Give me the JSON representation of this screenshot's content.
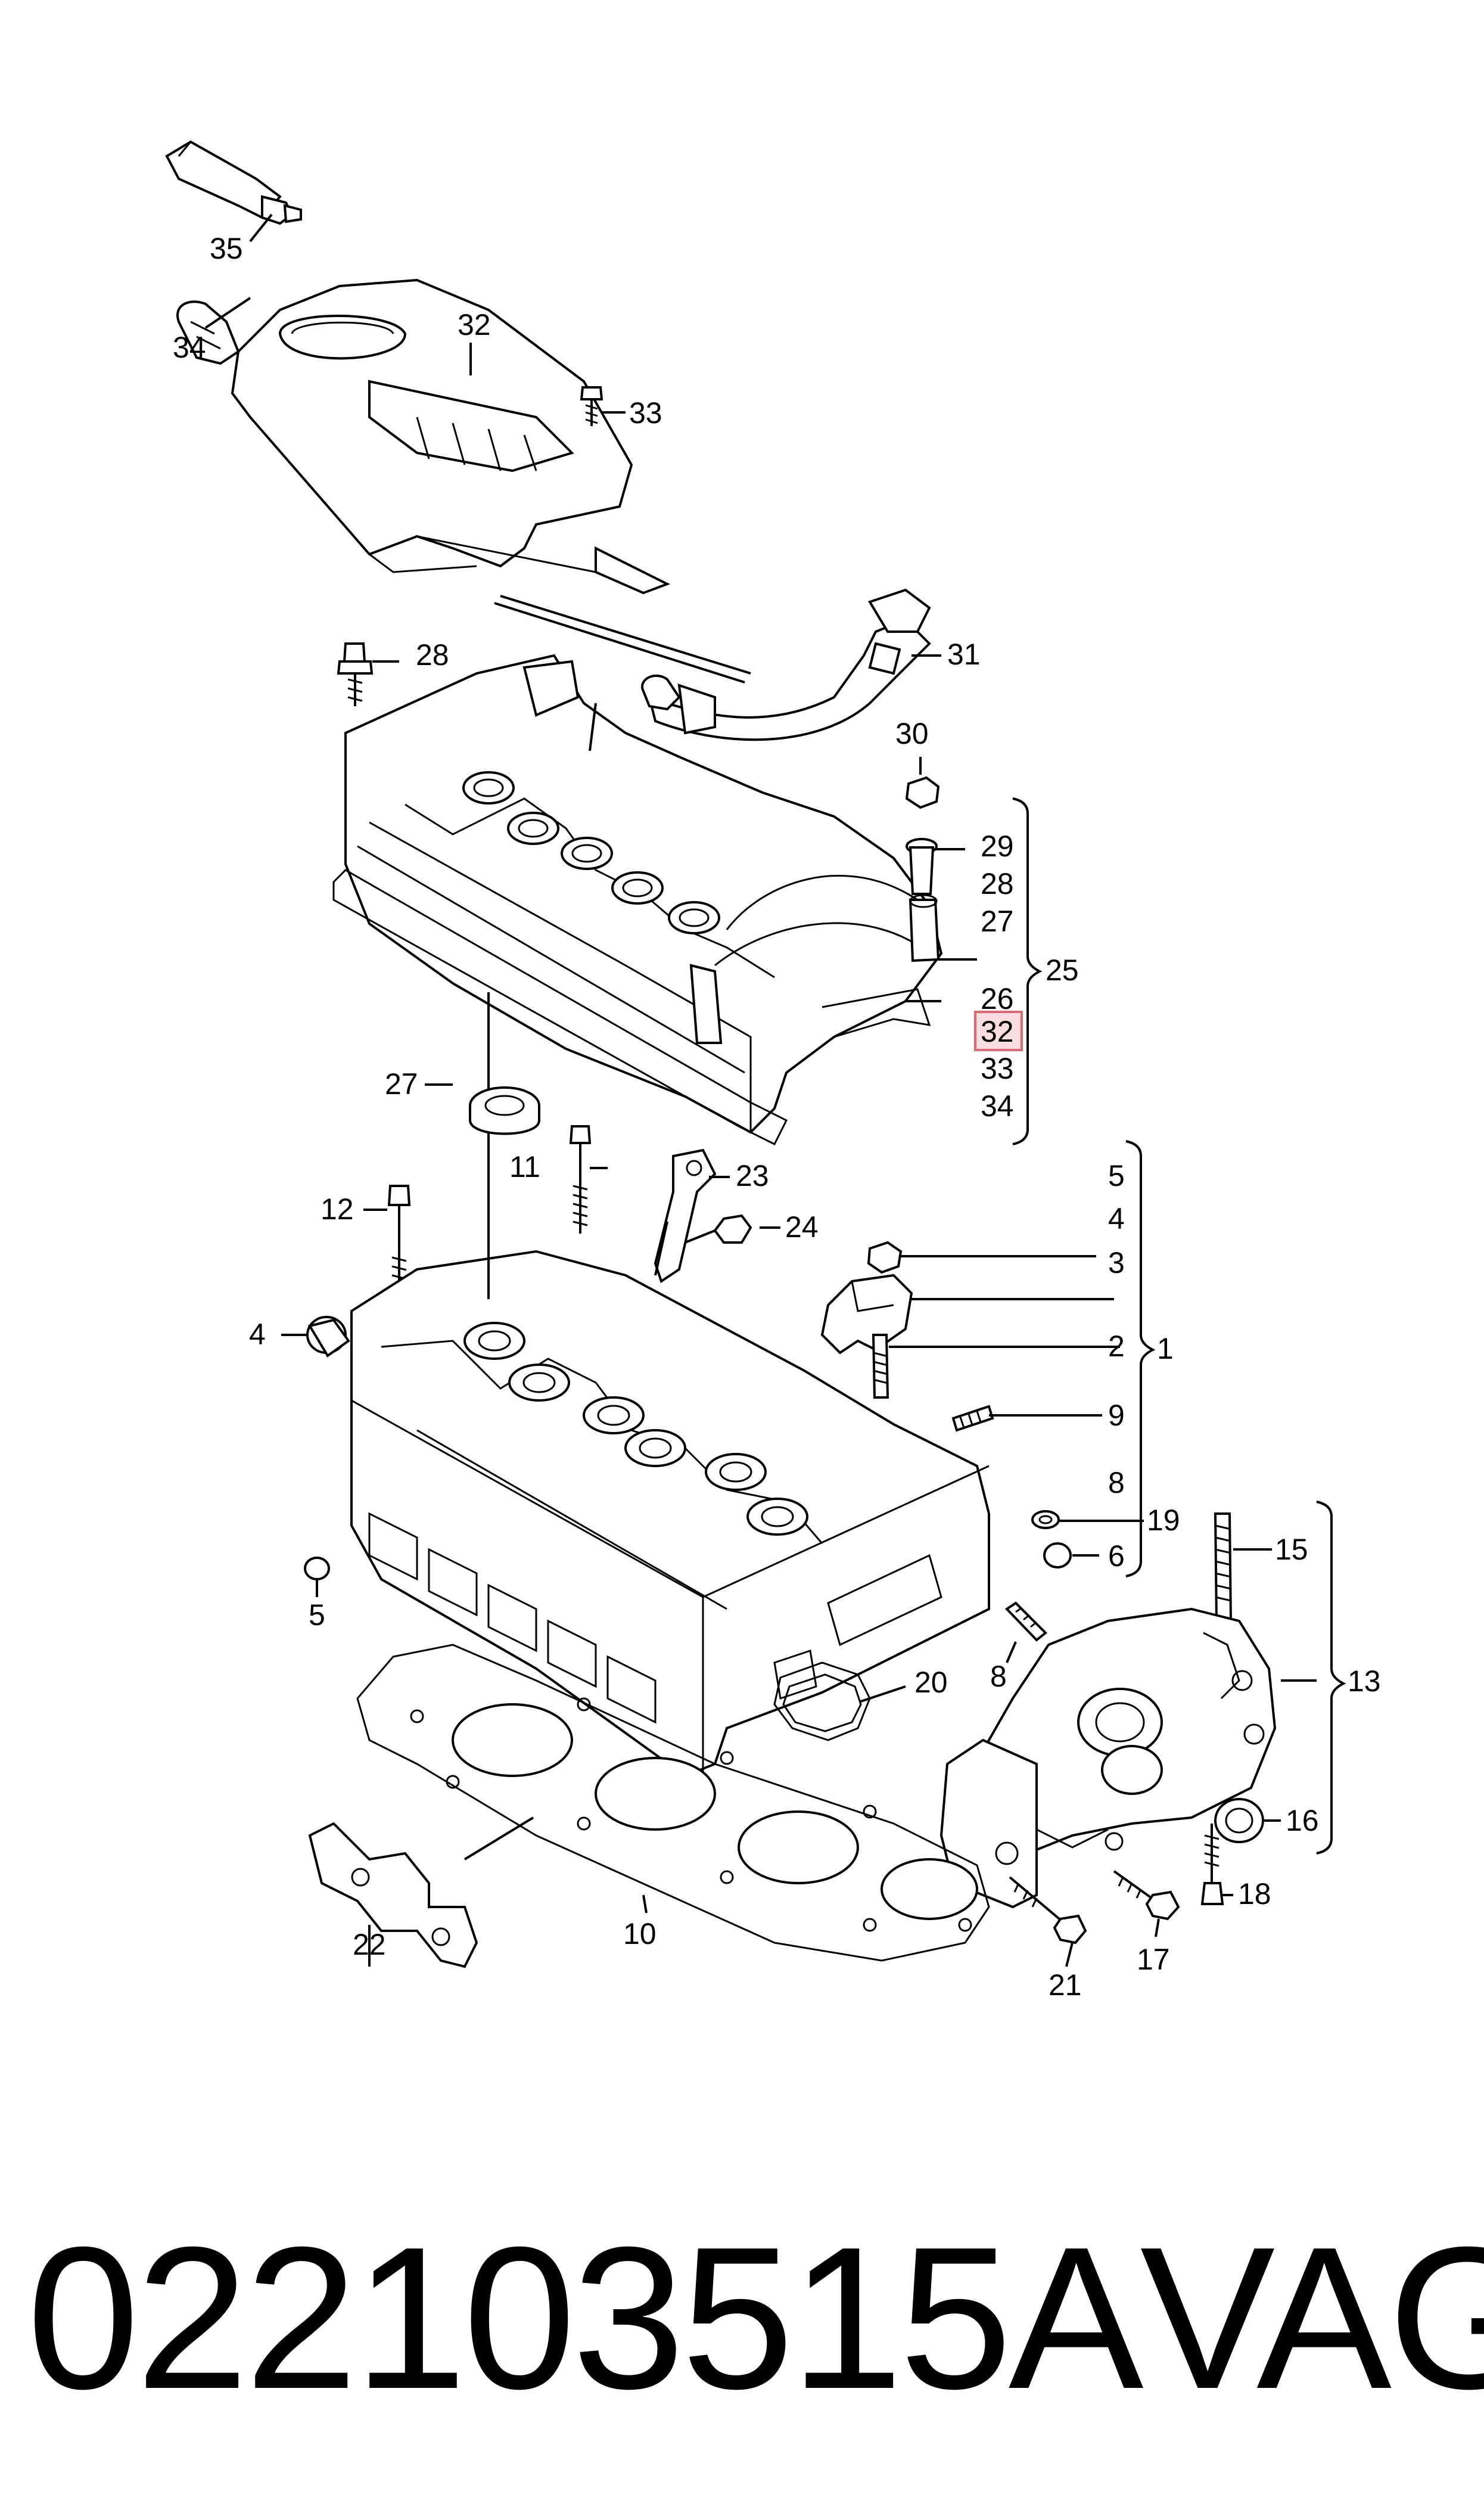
{
  "callouts": {
    "c35": "35",
    "c34a": "34",
    "c32a": "32",
    "c33a": "33",
    "c31": "31",
    "c28a": "28",
    "c30": "30",
    "c29": "29",
    "c28b": "28",
    "c27a": "27",
    "c26": "26",
    "c25": "25",
    "c32b": "32",
    "c33b": "33",
    "c34b": "34",
    "c27b": "27",
    "c11": "11",
    "c23": "23",
    "c12": "12",
    "c24": "24",
    "c5a": "5",
    "c4a": "4",
    "c3": "3",
    "c2": "2",
    "c1": "1",
    "c4b": "4",
    "c9": "9",
    "c8a": "8",
    "c19": "19",
    "c6": "6",
    "c15": "15",
    "c5b": "5",
    "c8b": "8",
    "c13": "13",
    "c20": "20",
    "c16": "16",
    "c22": "22",
    "c10": "10",
    "c18": "18",
    "c21": "21",
    "c17": "17"
  },
  "highlighted_callout": "32",
  "highlight_color": "#fadde0",
  "footer": {
    "part_number": "022103515A",
    "brand": "VAG"
  }
}
